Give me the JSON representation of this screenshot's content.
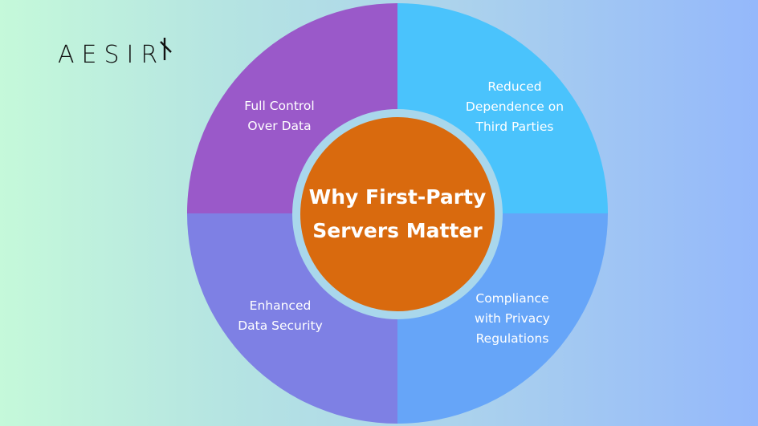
{
  "brand": {
    "logo_text": "AESIR",
    "logo_mark_icon": "aesir-x-mark-icon"
  },
  "diagram": {
    "type": "circular-quadrant-diagram",
    "center": {
      "title": "Why First-Party\nServers Matter",
      "color": "#d96a0e"
    },
    "ring_color": "#a9d7ec",
    "quadrants": [
      {
        "position": "top-left",
        "label": "Full Control\nOver Data",
        "color": "#9a59c9"
      },
      {
        "position": "top-right",
        "label": "Reduced\nDependence on\nThird Parties",
        "color": "#4ac3fc"
      },
      {
        "position": "bottom-left",
        "label": "Enhanced\nData Security",
        "color": "#7e80e4"
      },
      {
        "position": "bottom-right",
        "label": "Compliance\nwith Privacy\nRegulations",
        "color": "#66a5f8"
      }
    ]
  },
  "background": {
    "gradient_start": "#c5f9da",
    "gradient_end": "#94b8fb"
  }
}
